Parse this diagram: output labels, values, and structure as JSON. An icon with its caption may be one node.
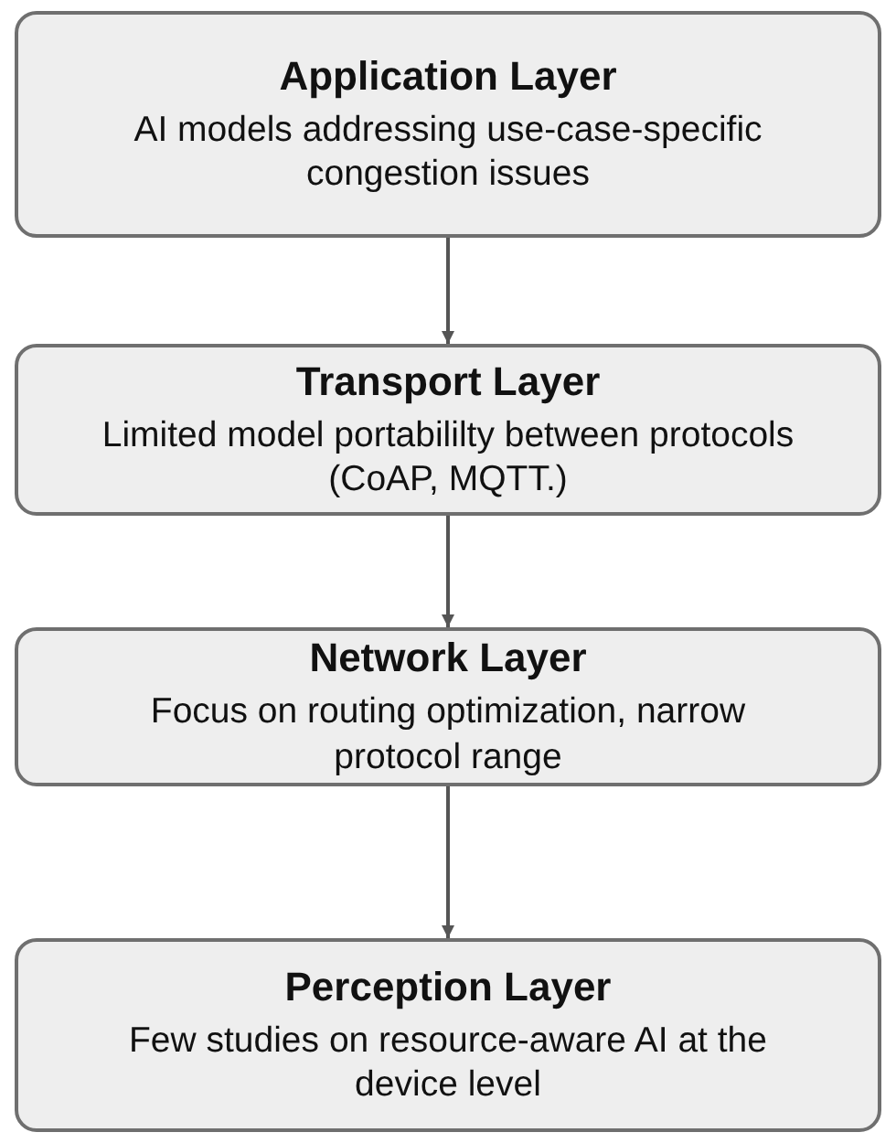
{
  "diagram": {
    "nodes": [
      {
        "text": [
          "Application Layer",
          "AI models addressing use-case-specific congestion issues"
        ]
      },
      {
        "text": [
          "Transport Layer",
          "Limited model portabililty between protocols (CoAP, MQTT.)"
        ]
      },
      {
        "text": [
          "Network Layer",
          "Focus on routing optimization, narrow protocol range"
        ]
      },
      {
        "text": [
          "Perception Layer",
          "Few studies on resource-aware AI at the device level"
        ]
      }
    ],
    "edges": [
      {
        "from": 0,
        "to": 1,
        "arrow": "to"
      },
      {
        "from": 1,
        "to": 2,
        "arrow": "to"
      },
      {
        "from": 2,
        "to": 3,
        "arrow": "to"
      }
    ]
  }
}
